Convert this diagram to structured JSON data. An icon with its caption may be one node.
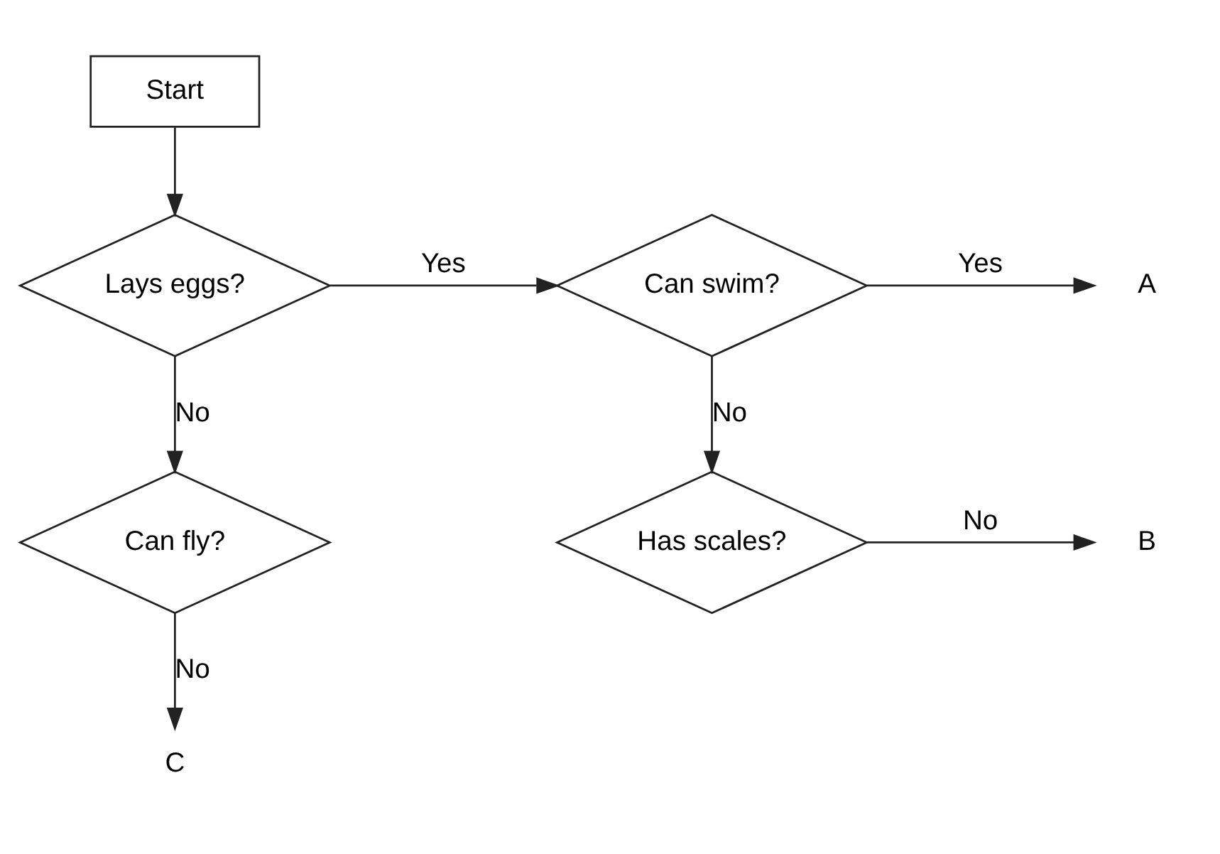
{
  "diagram": {
    "nodes": [
      {
        "text": [
          "Start"
        ]
      },
      {
        "text": [
          "Lays eggs?"
        ]
      },
      {
        "text": [
          "Can swim?"
        ]
      },
      {
        "text": [
          "Can fly?"
        ]
      },
      {
        "text": [
          "Has scales?"
        ]
      },
      {
        "text": [
          "A"
        ]
      },
      {
        "text": [
          "B"
        ]
      },
      {
        "text": [
          "C"
        ]
      }
    ],
    "edges": [
      {
        "from": 0,
        "to": 1,
        "arrow": "to"
      },
      {
        "from": 1,
        "to": 2,
        "arrow": "to",
        "label": "Yes"
      },
      {
        "from": 2,
        "to": 5,
        "arrow": "to",
        "label": "Yes"
      },
      {
        "from": 1,
        "to": 3,
        "arrow": "to",
        "label": "No"
      },
      {
        "from": 2,
        "to": 4,
        "arrow": "to",
        "label": "No"
      },
      {
        "from": 4,
        "to": 6,
        "arrow": "to",
        "label": "No"
      },
      {
        "from": 3,
        "to": 7,
        "arrow": "to",
        "label": "No"
      }
    ]
  }
}
